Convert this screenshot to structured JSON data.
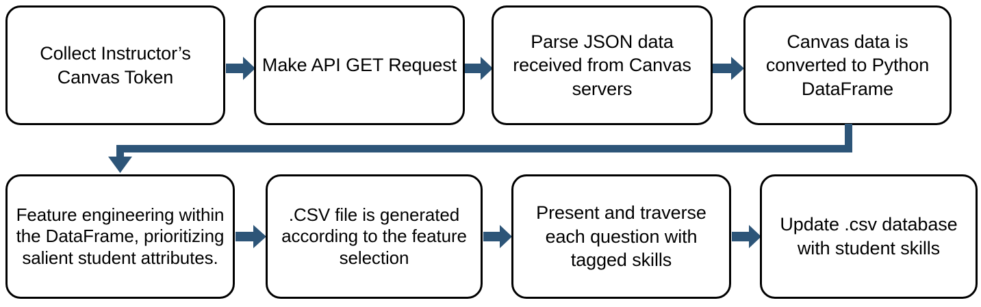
{
  "diagram": {
    "title": "Canvas data pipeline flowchart",
    "colors": {
      "node_border": "#000000",
      "node_fill": "#ffffff",
      "arrow": "#2d5578",
      "text": "#000000",
      "background": "#ffffff"
    },
    "rows": [
      {
        "name": "top-row",
        "nodes": [
          {
            "id": "collect-token",
            "label": "Collect Instructor’s Canvas Token"
          },
          {
            "id": "api-get",
            "label": "Make API GET Request"
          },
          {
            "id": "parse-json",
            "label": "Parse JSON data received from Canvas servers"
          },
          {
            "id": "to-dataframe",
            "label": "Canvas data is converted to Python DataFrame"
          }
        ]
      },
      {
        "name": "bottom-row",
        "nodes": [
          {
            "id": "feature-eng",
            "label": "Feature engineering within the DataFrame, prioritizing salient student attributes."
          },
          {
            "id": "csv-generated",
            "label": ".CSV file is generated according to the feature selection"
          },
          {
            "id": "traverse-questions",
            "label": "Present and traverse each question with tagged skills"
          },
          {
            "id": "update-csv",
            "label": "Update .csv database with student skills"
          }
        ]
      }
    ],
    "connectors": [
      {
        "id": "arrow-1",
        "from": "collect-token",
        "to": "api-get",
        "kind": "arrow-right"
      },
      {
        "id": "arrow-2",
        "from": "api-get",
        "to": "parse-json",
        "kind": "arrow-right"
      },
      {
        "id": "arrow-3",
        "from": "parse-json",
        "to": "to-dataframe",
        "kind": "arrow-right"
      },
      {
        "id": "arrow-wrap",
        "from": "to-dataframe",
        "to": "feature-eng",
        "kind": "elbow-down-left"
      },
      {
        "id": "arrow-4",
        "from": "feature-eng",
        "to": "csv-generated",
        "kind": "arrow-right"
      },
      {
        "id": "arrow-5",
        "from": "csv-generated",
        "to": "traverse-questions",
        "kind": "arrow-right"
      },
      {
        "id": "arrow-6",
        "from": "traverse-questions",
        "to": "update-csv",
        "kind": "arrow-right"
      }
    ]
  }
}
